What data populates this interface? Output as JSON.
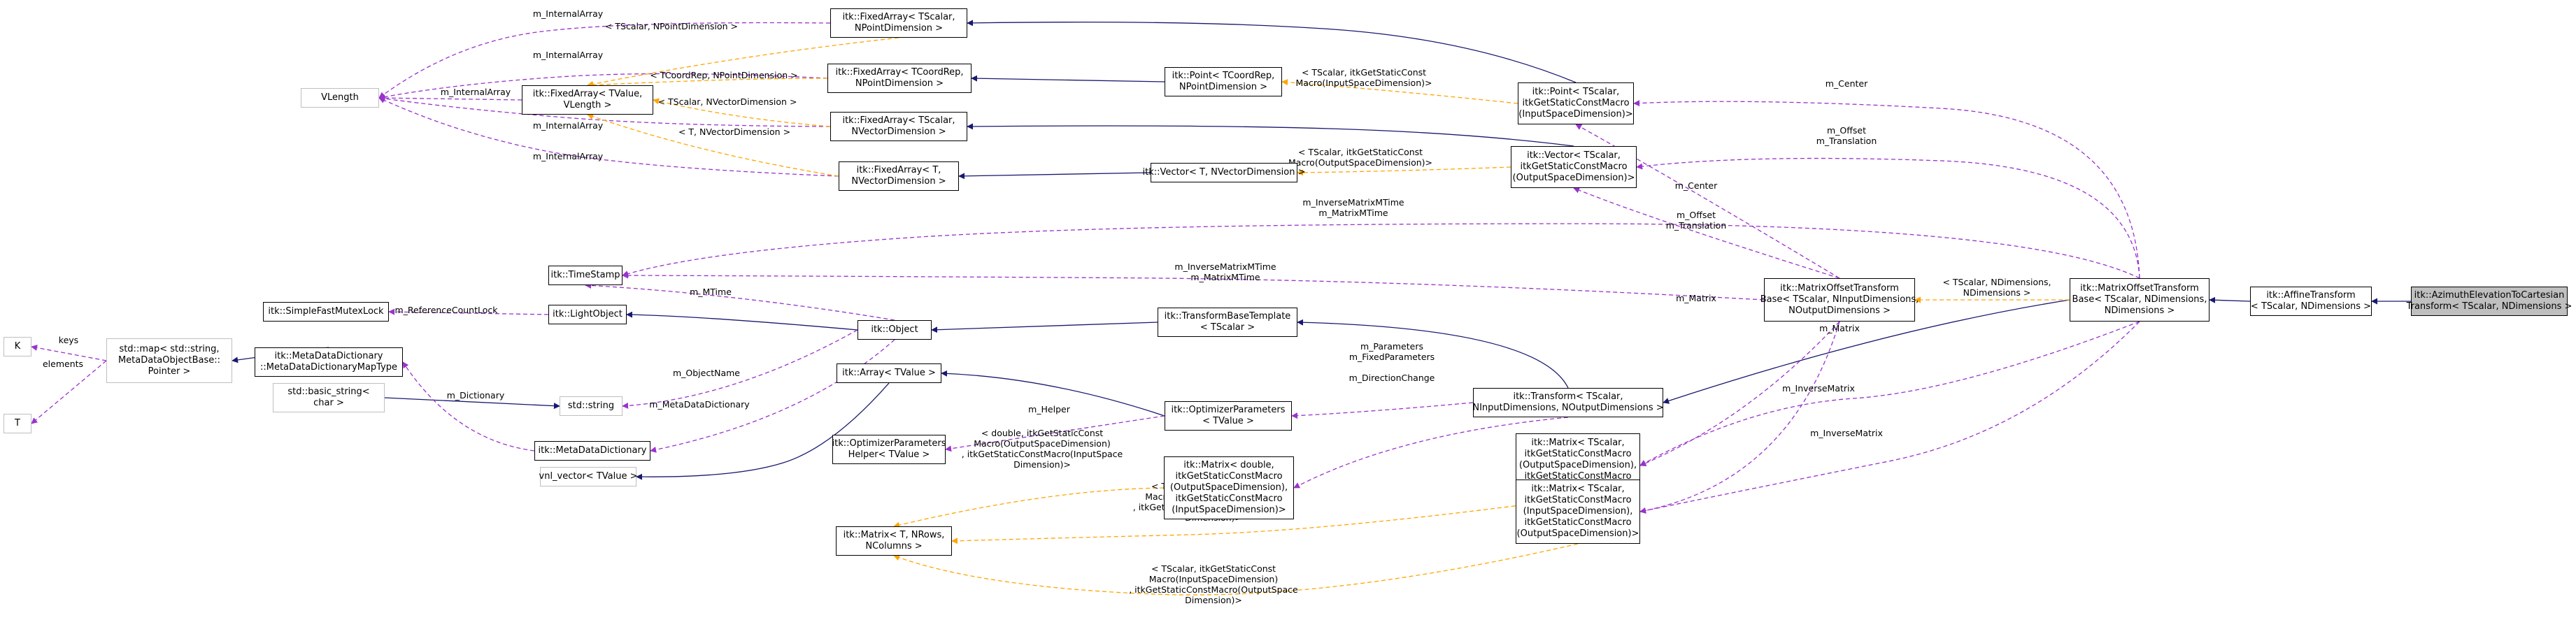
{
  "nodes": [
    {
      "id": "vlength",
      "lines": [
        "VLength"
      ]
    },
    {
      "id": "k",
      "lines": [
        "K"
      ]
    },
    {
      "id": "t",
      "lines": [
        "T"
      ]
    },
    {
      "id": "std_map",
      "lines": [
        "std::map< std::string,",
        "MetaDataObjectBase::",
        "Pointer >"
      ]
    },
    {
      "id": "meta_dict_map",
      "lines": [
        "itk::MetaDataDictionary",
        "::MetaDataDictionaryMapType"
      ]
    },
    {
      "id": "fast_mutex",
      "lines": [
        "itk::SimpleFastMutexLock"
      ]
    },
    {
      "id": "basic_string",
      "lines": [
        "std::basic_string<",
        "char >"
      ]
    },
    {
      "id": "time_stamp",
      "lines": [
        "itk::TimeStamp"
      ]
    },
    {
      "id": "light_object",
      "lines": [
        "itk::LightObject"
      ]
    },
    {
      "id": "std_string",
      "lines": [
        "std::string"
      ]
    },
    {
      "id": "meta_dict",
      "lines": [
        "itk::MetaDataDictionary"
      ]
    },
    {
      "id": "vnl_vector",
      "lines": [
        "vnl_vector< TValue >"
      ]
    },
    {
      "id": "fixed_tvalue",
      "lines": [
        "itk::FixedArray< TValue,",
        "VLength >"
      ]
    },
    {
      "id": "fixed_npoint",
      "lines": [
        "itk::FixedArray< TScalar,",
        "NPointDimension >"
      ]
    },
    {
      "id": "fixed_tcoord",
      "lines": [
        "itk::FixedArray< TCoordRep,",
        "NPointDimension >"
      ]
    },
    {
      "id": "fixed_nvector",
      "lines": [
        "itk::FixedArray< TScalar,",
        "NVectorDimension >"
      ]
    },
    {
      "id": "fixed_t_nvector",
      "lines": [
        "itk::FixedArray< T,",
        "NVectorDimension >"
      ]
    },
    {
      "id": "object",
      "lines": [
        "itk::Object"
      ]
    },
    {
      "id": "array",
      "lines": [
        "itk::Array< TValue >"
      ]
    },
    {
      "id": "opt_helper",
      "lines": [
        "itk::OptimizerParameters",
        "Helper< TValue >"
      ]
    },
    {
      "id": "matrix_t",
      "lines": [
        "itk::Matrix< T, NRows,",
        "NColumns >"
      ]
    },
    {
      "id": "point_tcoord",
      "lines": [
        "itk::Point< TCoordRep,",
        "NPointDimension >"
      ]
    },
    {
      "id": "vector_t",
      "lines": [
        "itk::Vector< T, NVectorDimension >"
      ]
    },
    {
      "id": "tbt",
      "lines": [
        "itk::TransformBaseTemplate",
        "< TScalar >"
      ]
    },
    {
      "id": "opt_params",
      "lines": [
        "itk::OptimizerParameters",
        "< TValue >"
      ]
    },
    {
      "id": "matrix_double",
      "lines": [
        "itk::Matrix< double,",
        "itkGetStaticConstMacro",
        "(OutputSpaceDimension),",
        "itkGetStaticConstMacro",
        "(InputSpaceDimension)>"
      ]
    },
    {
      "id": "point_scalar",
      "lines": [
        "itk::Point< TScalar,",
        "itkGetStaticConstMacro",
        "(InputSpaceDimension)>"
      ]
    },
    {
      "id": "vector_scalar",
      "lines": [
        "itk::Vector< TScalar,",
        "itkGetStaticConstMacro",
        "(OutputSpaceDimension)>"
      ]
    },
    {
      "id": "transform",
      "lines": [
        "itk::Transform< TScalar,",
        "NInputDimensions, NOutputDimensions >"
      ]
    },
    {
      "id": "matrix_out_in",
      "lines": [
        "itk::Matrix< TScalar,",
        "itkGetStaticConstMacro",
        "(OutputSpaceDimension),",
        "itkGetStaticConstMacro",
        "(InputSpaceDimension)>"
      ]
    },
    {
      "id": "matrix_in_out",
      "lines": [
        "itk::Matrix< TScalar,",
        "itkGetStaticConstMacro",
        "(InputSpaceDimension),",
        "itkGetStaticConstMacro",
        "(OutputSpaceDimension)>"
      ]
    },
    {
      "id": "mot_base_io",
      "lines": [
        "itk::MatrixOffsetTransform",
        "Base< TScalar, NInputDimensions,",
        "NOutputDimensions >"
      ]
    },
    {
      "id": "mot_base_nd",
      "lines": [
        "itk::MatrixOffsetTransform",
        "Base< TScalar, NDimensions,",
        "NDimensions >"
      ]
    },
    {
      "id": "affine",
      "lines": [
        "itk::AffineTransform",
        "< TScalar, NDimensions >"
      ]
    },
    {
      "id": "azimuth",
      "lines": [
        "itk::AzimuthElevationToCartesian",
        "Transform< TScalar, NDimensions >"
      ]
    }
  ],
  "edge_labels": [
    {
      "id": "l_ia1",
      "lines": [
        "m_InternalArray"
      ]
    },
    {
      "id": "l_ia2",
      "lines": [
        "m_InternalArray"
      ]
    },
    {
      "id": "l_ia3",
      "lines": [
        "m_InternalArray"
      ]
    },
    {
      "id": "l_ia4",
      "lines": [
        "m_InternalArray"
      ]
    },
    {
      "id": "l_ia5",
      "lines": [
        "m_InternalArray"
      ]
    },
    {
      "id": "l_tnpoint",
      "lines": [
        "< TScalar, NPointDimension >"
      ]
    },
    {
      "id": "l_tcoord",
      "lines": [
        "< TCoordRep, NPointDimension >"
      ]
    },
    {
      "id": "l_tnvector",
      "lines": [
        "< TScalar, NVectorDimension >"
      ]
    },
    {
      "id": "l_t_nvector",
      "lines": [
        "< T, NVectorDimension >"
      ]
    },
    {
      "id": "l_point_tpl",
      "lines": [
        "< TScalar, itkGetStaticConst",
        "Macro(InputSpaceDimension)>"
      ]
    },
    {
      "id": "l_vector_tpl",
      "lines": [
        "< TScalar, itkGetStaticConst",
        "Macro(OutputSpaceDimension)>"
      ]
    },
    {
      "id": "l_center1",
      "lines": [
        "m_Center"
      ]
    },
    {
      "id": "l_center2",
      "lines": [
        "m_Center"
      ]
    },
    {
      "id": "l_offset1",
      "lines": [
        "m_Offset",
        "m_Translation"
      ]
    },
    {
      "id": "l_offset2",
      "lines": [
        "m_Offset",
        "m_Translation"
      ]
    },
    {
      "id": "l_imm1",
      "lines": [
        "m_InverseMatrixMTime",
        "m_MatrixMTime"
      ]
    },
    {
      "id": "l_imm2",
      "lines": [
        "m_InverseMatrixMTime",
        "m_MatrixMTime"
      ]
    },
    {
      "id": "l_mtime",
      "lines": [
        "m_MTime"
      ]
    },
    {
      "id": "l_refcount",
      "lines": [
        "m_ReferenceCountLock"
      ]
    },
    {
      "id": "l_objname",
      "lines": [
        "m_ObjectName"
      ]
    },
    {
      "id": "l_metadict",
      "lines": [
        "m_MetaDataDictionary"
      ]
    },
    {
      "id": "l_dictionary",
      "lines": [
        "m_Dictionary"
      ]
    },
    {
      "id": "l_keys",
      "lines": [
        "keys"
      ]
    },
    {
      "id": "l_elements",
      "lines": [
        "elements"
      ]
    },
    {
      "id": "l_params",
      "lines": [
        "m_Parameters",
        "m_FixedParameters"
      ]
    },
    {
      "id": "l_helper",
      "lines": [
        "m_Helper"
      ]
    },
    {
      "id": "l_dirchange",
      "lines": [
        "m_DirectionChange"
      ]
    },
    {
      "id": "l_mot_tpl",
      "lines": [
        "< TScalar, NDimensions,",
        "NDimensions >"
      ]
    },
    {
      "id": "l_matrix1",
      "lines": [
        "m_Matrix"
      ]
    },
    {
      "id": "l_matrix2",
      "lines": [
        "m_Matrix"
      ]
    },
    {
      "id": "l_invmatrix1",
      "lines": [
        "m_InverseMatrix"
      ]
    },
    {
      "id": "l_invmatrix2",
      "lines": [
        "m_InverseMatrix"
      ]
    },
    {
      "id": "l_double_tpl",
      "lines": [
        "< double, itkGetStaticConst",
        "Macro(OutputSpaceDimension)",
        ", itkGetStaticConstMacro(InputSpace",
        "Dimension)>"
      ]
    },
    {
      "id": "l_mat_out_tpl",
      "lines": [
        "< TScalar, itkGetStaticConst",
        "Macro(OutputSpaceDimension)",
        ", itkGetStaticConstMacro(InputSpace",
        "Dimension)>"
      ]
    },
    {
      "id": "l_mat_in_tpl",
      "lines": [
        "< TScalar, itkGetStaticConst",
        "Macro(InputSpaceDimension)",
        ", itkGetStaticConstMacro(OutputSpace",
        "Dimension)>"
      ]
    }
  ],
  "colors": {
    "inheritance": "#191970",
    "usage": "#9a32cd",
    "template": "#ffa500",
    "highlight_fill": "#bfbfbf",
    "gray_border": "#bfbfbf"
  }
}
